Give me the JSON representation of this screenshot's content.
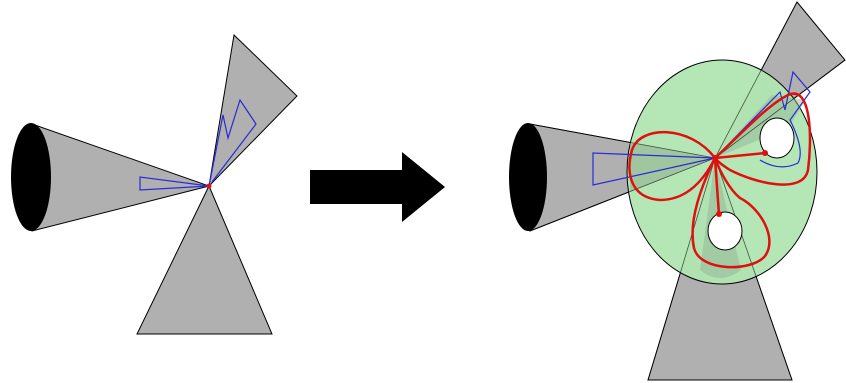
{
  "diagram": {
    "kind": "cone-neighborhood-transformation",
    "layout": "before-arrow-after",
    "colors": {
      "background": "#ffffff",
      "cone_fill": "#b0b0b0",
      "cone_stroke": "#000000",
      "base_ellipse_fill": "#000000",
      "disk_fill": "#b1e6b2",
      "disk_stroke": "#000000",
      "hole_fill": "#ffffff",
      "blue_curve": "#2a2ad8",
      "red_curve": "#e01010",
      "red_point": "#e01010",
      "arrow_fill": "#000000"
    },
    "left_panel": {
      "cones": [
        "left-cone",
        "upper-right-cone",
        "bottom-cone"
      ],
      "blue_curves": 2,
      "apex_marker": "red-dot"
    },
    "arrow": {
      "direction": "right"
    },
    "right_panel": {
      "cones": [
        "left-cone",
        "upper-right-cone",
        "bottom-cone"
      ],
      "disk": "green-disk",
      "holes": 2,
      "red_loops": 3,
      "blue_curves": 2,
      "apex_marker": "red-dot"
    }
  }
}
